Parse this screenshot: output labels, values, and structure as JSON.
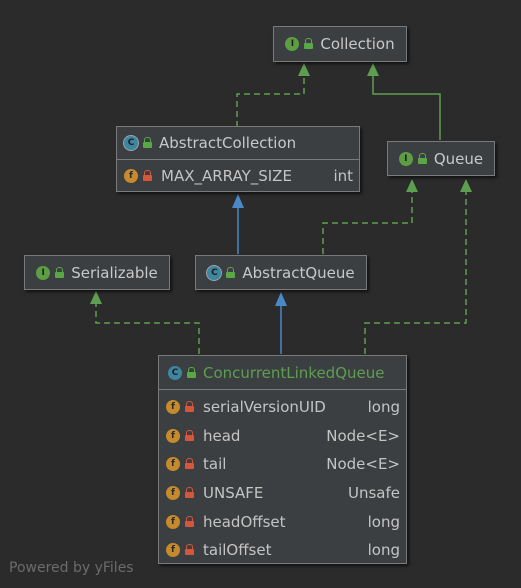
{
  "nodes": {
    "collection": {
      "title": "Collection",
      "kind": "I",
      "access": "public"
    },
    "abstract_collection": {
      "title": "AbstractCollection",
      "kind": "C",
      "abstract": true,
      "access": "public",
      "fields": [
        {
          "name": "MAX_ARRAY_SIZE",
          "type": "int",
          "access": "private"
        }
      ]
    },
    "queue": {
      "title": "Queue",
      "kind": "I",
      "access": "public"
    },
    "serializable": {
      "title": "Serializable",
      "kind": "I",
      "access": "public"
    },
    "abstract_queue": {
      "title": "AbstractQueue",
      "kind": "C",
      "abstract": true,
      "access": "public"
    },
    "concurrent_linked_queue": {
      "title": "ConcurrentLinkedQueue",
      "kind": "C",
      "access": "public",
      "fields": [
        {
          "name": "serialVersionUID",
          "type": "long",
          "access": "private"
        },
        {
          "name": "head",
          "type": "Node<E>",
          "access": "private"
        },
        {
          "name": "tail",
          "type": "Node<E>",
          "access": "private"
        },
        {
          "name": "UNSAFE",
          "type": "Unsafe",
          "access": "private"
        },
        {
          "name": "headOffset",
          "type": "long",
          "access": "private"
        },
        {
          "name": "tailOffset",
          "type": "long",
          "access": "private"
        }
      ]
    }
  },
  "edges": [
    {
      "from": "abstract_collection",
      "to": "collection",
      "relation": "implements",
      "style": "dashed",
      "color": "#5e9e50"
    },
    {
      "from": "queue",
      "to": "collection",
      "relation": "extends",
      "style": "solid",
      "color": "#5e9e50"
    },
    {
      "from": "abstract_queue",
      "to": "abstract_collection",
      "relation": "extends",
      "style": "solid",
      "color": "#4a88c7"
    },
    {
      "from": "abstract_queue",
      "to": "queue",
      "relation": "implements",
      "style": "dashed",
      "color": "#5e9e50"
    },
    {
      "from": "concurrent_linked_queue",
      "to": "abstract_queue",
      "relation": "extends",
      "style": "solid",
      "color": "#4a88c7"
    },
    {
      "from": "concurrent_linked_queue",
      "to": "serializable",
      "relation": "implements",
      "style": "dashed",
      "color": "#5e9e50"
    },
    {
      "from": "concurrent_linked_queue",
      "to": "queue",
      "relation": "implements",
      "style": "dashed",
      "color": "#5e9e50"
    }
  ],
  "colors": {
    "background": "#2b2b2b",
    "node_fill": "#3c3f41",
    "implements": "#5e9e50",
    "extends_class": "#4a88c7",
    "main_title": "#5e9e50"
  },
  "footer": "Powered by yFiles"
}
